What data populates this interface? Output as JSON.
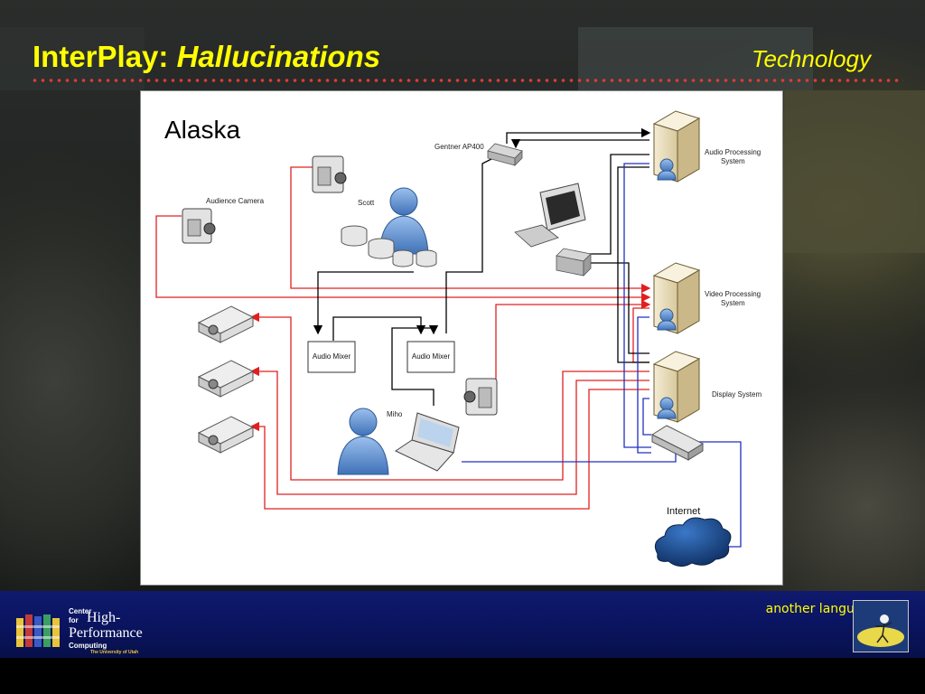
{
  "slide": {
    "title_main": "InterPlay: ",
    "title_italic": "Hallucinations",
    "section": "Technology",
    "tagline": "another language"
  },
  "diagram": {
    "location": "Alaska",
    "labels": {
      "gentner": "Gentner AP400",
      "audience_camera": "Audience Camera",
      "scott": "Scott",
      "miho": "Miho",
      "audio_mixer_1": "Audio Mixer",
      "audio_mixer_2": "Audio Mixer",
      "audio_processing": [
        "Audio Processing",
        "System"
      ],
      "video_processing": [
        "Video Processing",
        "System"
      ],
      "display_system": "Display System",
      "internet": "Internet"
    }
  },
  "logo": {
    "line1": "Center",
    "line2": "for",
    "line3": "High-",
    "line4": "Performance",
    "line5": "Computing",
    "line6": "The University of Utah"
  },
  "colors": {
    "title": "#ffff00",
    "dots": "#e03a3a",
    "footer": "#0a1460",
    "wire_red": "#e02020",
    "wire_blue": "#2030c0",
    "wire_black": "#000000",
    "person_blue": "#4f81bd"
  }
}
